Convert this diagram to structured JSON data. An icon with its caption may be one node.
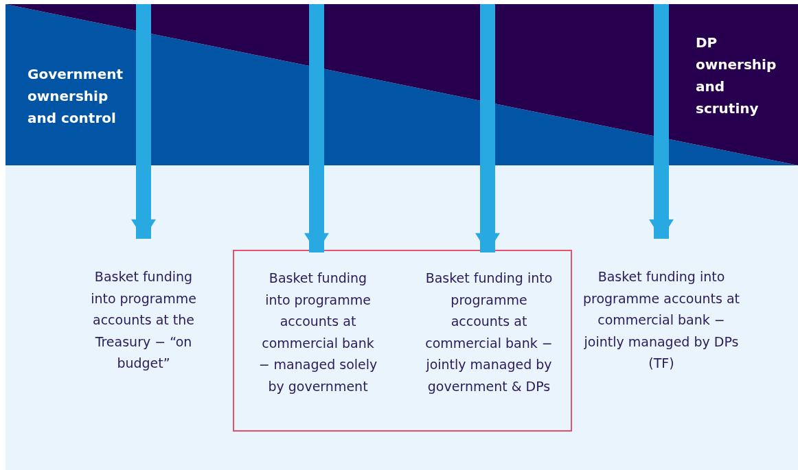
{
  "diagram": {
    "nodes": [
      {
        "text": [
          "Basket funding into programme accounts at the Treasury − “on budget”"
        ]
      },
      {
        "text": [],
        "shape": "box"
      },
      {
        "text": [
          "Basket funding into programme accounts at commercial bank − managed solely by government"
        ],
        "in": 1
      },
      {
        "text": [
          "Basket funding into programme accounts at commercial bank − jointly managed by government & DPs"
        ],
        "in": 1
      },
      {
        "text": [
          "Basket funding into programme accounts at commercial bank − jointly managed by DPs (TF)"
        ]
      }
    ],
    "edges": [
      {
        "from": null,
        "to": 0,
        "arrow": "to"
      },
      {
        "from": null,
        "to": 2,
        "arrow": "to"
      },
      {
        "from": null,
        "to": 3,
        "arrow": "to"
      },
      {
        "from": null,
        "to": 4,
        "arrow": "to"
      }
    ],
    "labels": [
      "Government ownership and control",
      "DP ownership and scrutiny"
    ]
  }
}
